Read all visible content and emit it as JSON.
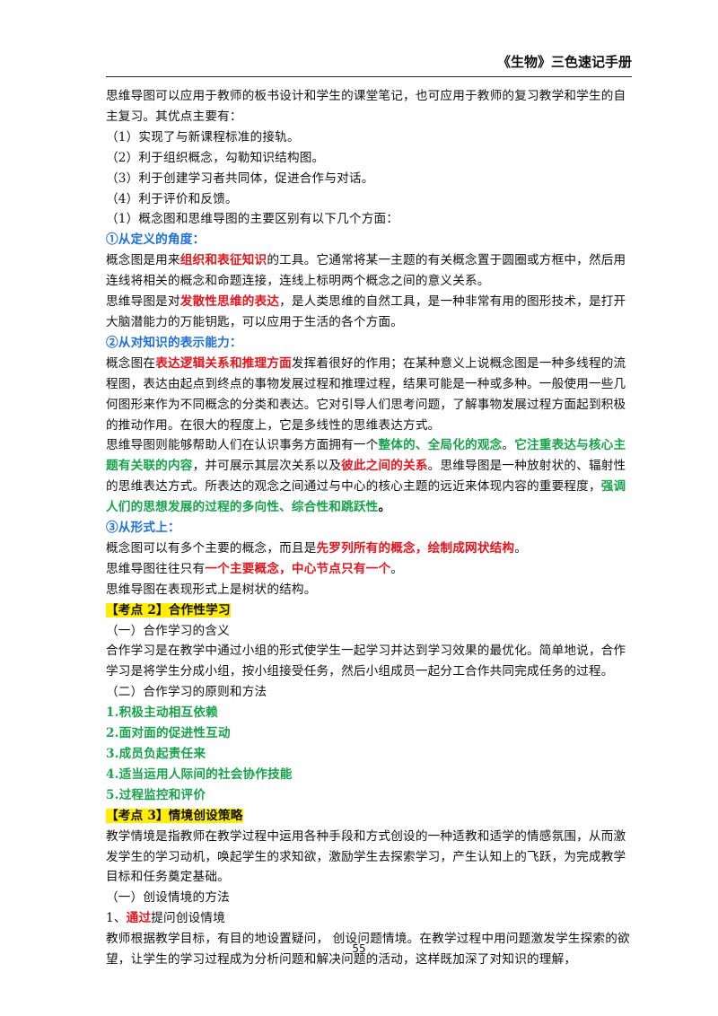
{
  "header": {
    "title": "《生物》三色速记手册"
  },
  "page_number": "55",
  "p1": "思维导图可以应用于教师的板书设计和学生的课堂笔记，也可应用于教师的复习教学和学生的自主复习。其优点主要有：",
  "list1": [
    "（1）实现了与新课程标准的接轨。",
    "（2）利于组织概念，勾勒知识结构图。",
    "（3）利于创建学习者共同体，促进合作与对话。",
    "（4）利于评价和反馈。",
    "（1）概念图和思维导图的主要区别有以下几个方面："
  ],
  "h1": "①从定义的角度：",
  "p2": {
    "a": "概念图是用来",
    "b": "组织和表征知识",
    "c": "的工具。它通常将某一主题的有关概念置于圆圈或方框中，然后用连线将相关的概念和命题连接，连线上标明两个概念之间的意义关系。"
  },
  "p3": {
    "a": "思维导图是对",
    "b": "发散性思维的表达",
    "c": "，是人类思维的自然工具，是一种非常有用的图形技术，是打开大脑潜能力的万能钥匙，可以应用于生活的各个方面。"
  },
  "h2": "②从对知识的表示能力：",
  "p4": {
    "a": "概念图在",
    "b": "表达逻辑关系和推理方面",
    "c": "发挥着很好的作用；在某种意义上说概念图是一种多线程的流程图，表达由起点到终点的事物发展过程和推理过程，结果可能是一种或多种。一般使用一些几何图形来作为不同概念的分类和表达。它对引导人们思考问题，了解事物发展过程方面起到积极的推动作用。在很大的程度上，它是多线性的思维表达方式。"
  },
  "p5": {
    "a": "思维导图则能够帮助人们在认识事务方面拥有一个",
    "b": "整体的、全局化的观念",
    "c": "。",
    "d": "它注重表达与核心主题有关联的内容",
    "e": "，并可展示其层次关系以及",
    "f": "彼此之间的关系",
    "g": "。思维导图是一种放射状的、辐射性的思维表达方式。所表达的观念之间通过与中心的核心主题的远近来体现内容的重要程度，",
    "h": "强调人们的思想发展的过程的多向性、综合性和跳跃性",
    "i": "。"
  },
  "h3": "③从形式上：",
  "p6": {
    "a": "概念图可以有多个主要的概念，而且是",
    "b": "先罗列所有的概念，绘制成网状结构",
    "c": "。"
  },
  "p7": {
    "a": "思维导图往往只有",
    "b": "一个主要概念，中心节点只有一个",
    "c": "。"
  },
  "p8": "思维导图在表现形式上是树状的结构。",
  "k2": "【考点 2】合作性学习",
  "k2_s1": "（一）合作学习的含义",
  "k2_p1": "合作学习是在教学中通过小组的形式使学生一起学习并达到学习效果的最优化。简单地说，合作学习是将学生分成小组，按小组接受任务，然后小组成员一起分工合作共同完成任务的过程。",
  "k2_s2": "（二）合作学习的原则和方法",
  "k2_list": [
    "1.积极主动相互依赖",
    "2.面对面的促进性互动",
    "3.成员负起责任来",
    "4.适当运用人际间的社会协作技能",
    "5.过程监控和评价"
  ],
  "k3": "【考点 3】情境创设策略",
  "k3_p1": "教学情境是指教师在教学过程中运用各种手段和方式创设的一种适教和适学的情感氛围，从而激发学生的学习动机，唤起学生的求知欲，激励学生去探索学习，产生认知上的飞跃，为完成教学目标和任务奠定基础。",
  "k3_s1": "（一）创设情境的方法",
  "k3_m1": {
    "a": "1、",
    "b": "通过",
    "c": "提问创设情境"
  },
  "k3_p2": "教师根据教学目标，有目的地设置疑问， 创设问题情境。在教学过程中用问题激发学生探索的欲望，让学生的学习过程成为分析问题和解决问题的活动，这样既加深了对知识的理解，",
  "colors": {
    "red": "#e8141c",
    "green": "#16a34a",
    "blue": "#1e6fd9",
    "highlight": "#ffee00"
  }
}
